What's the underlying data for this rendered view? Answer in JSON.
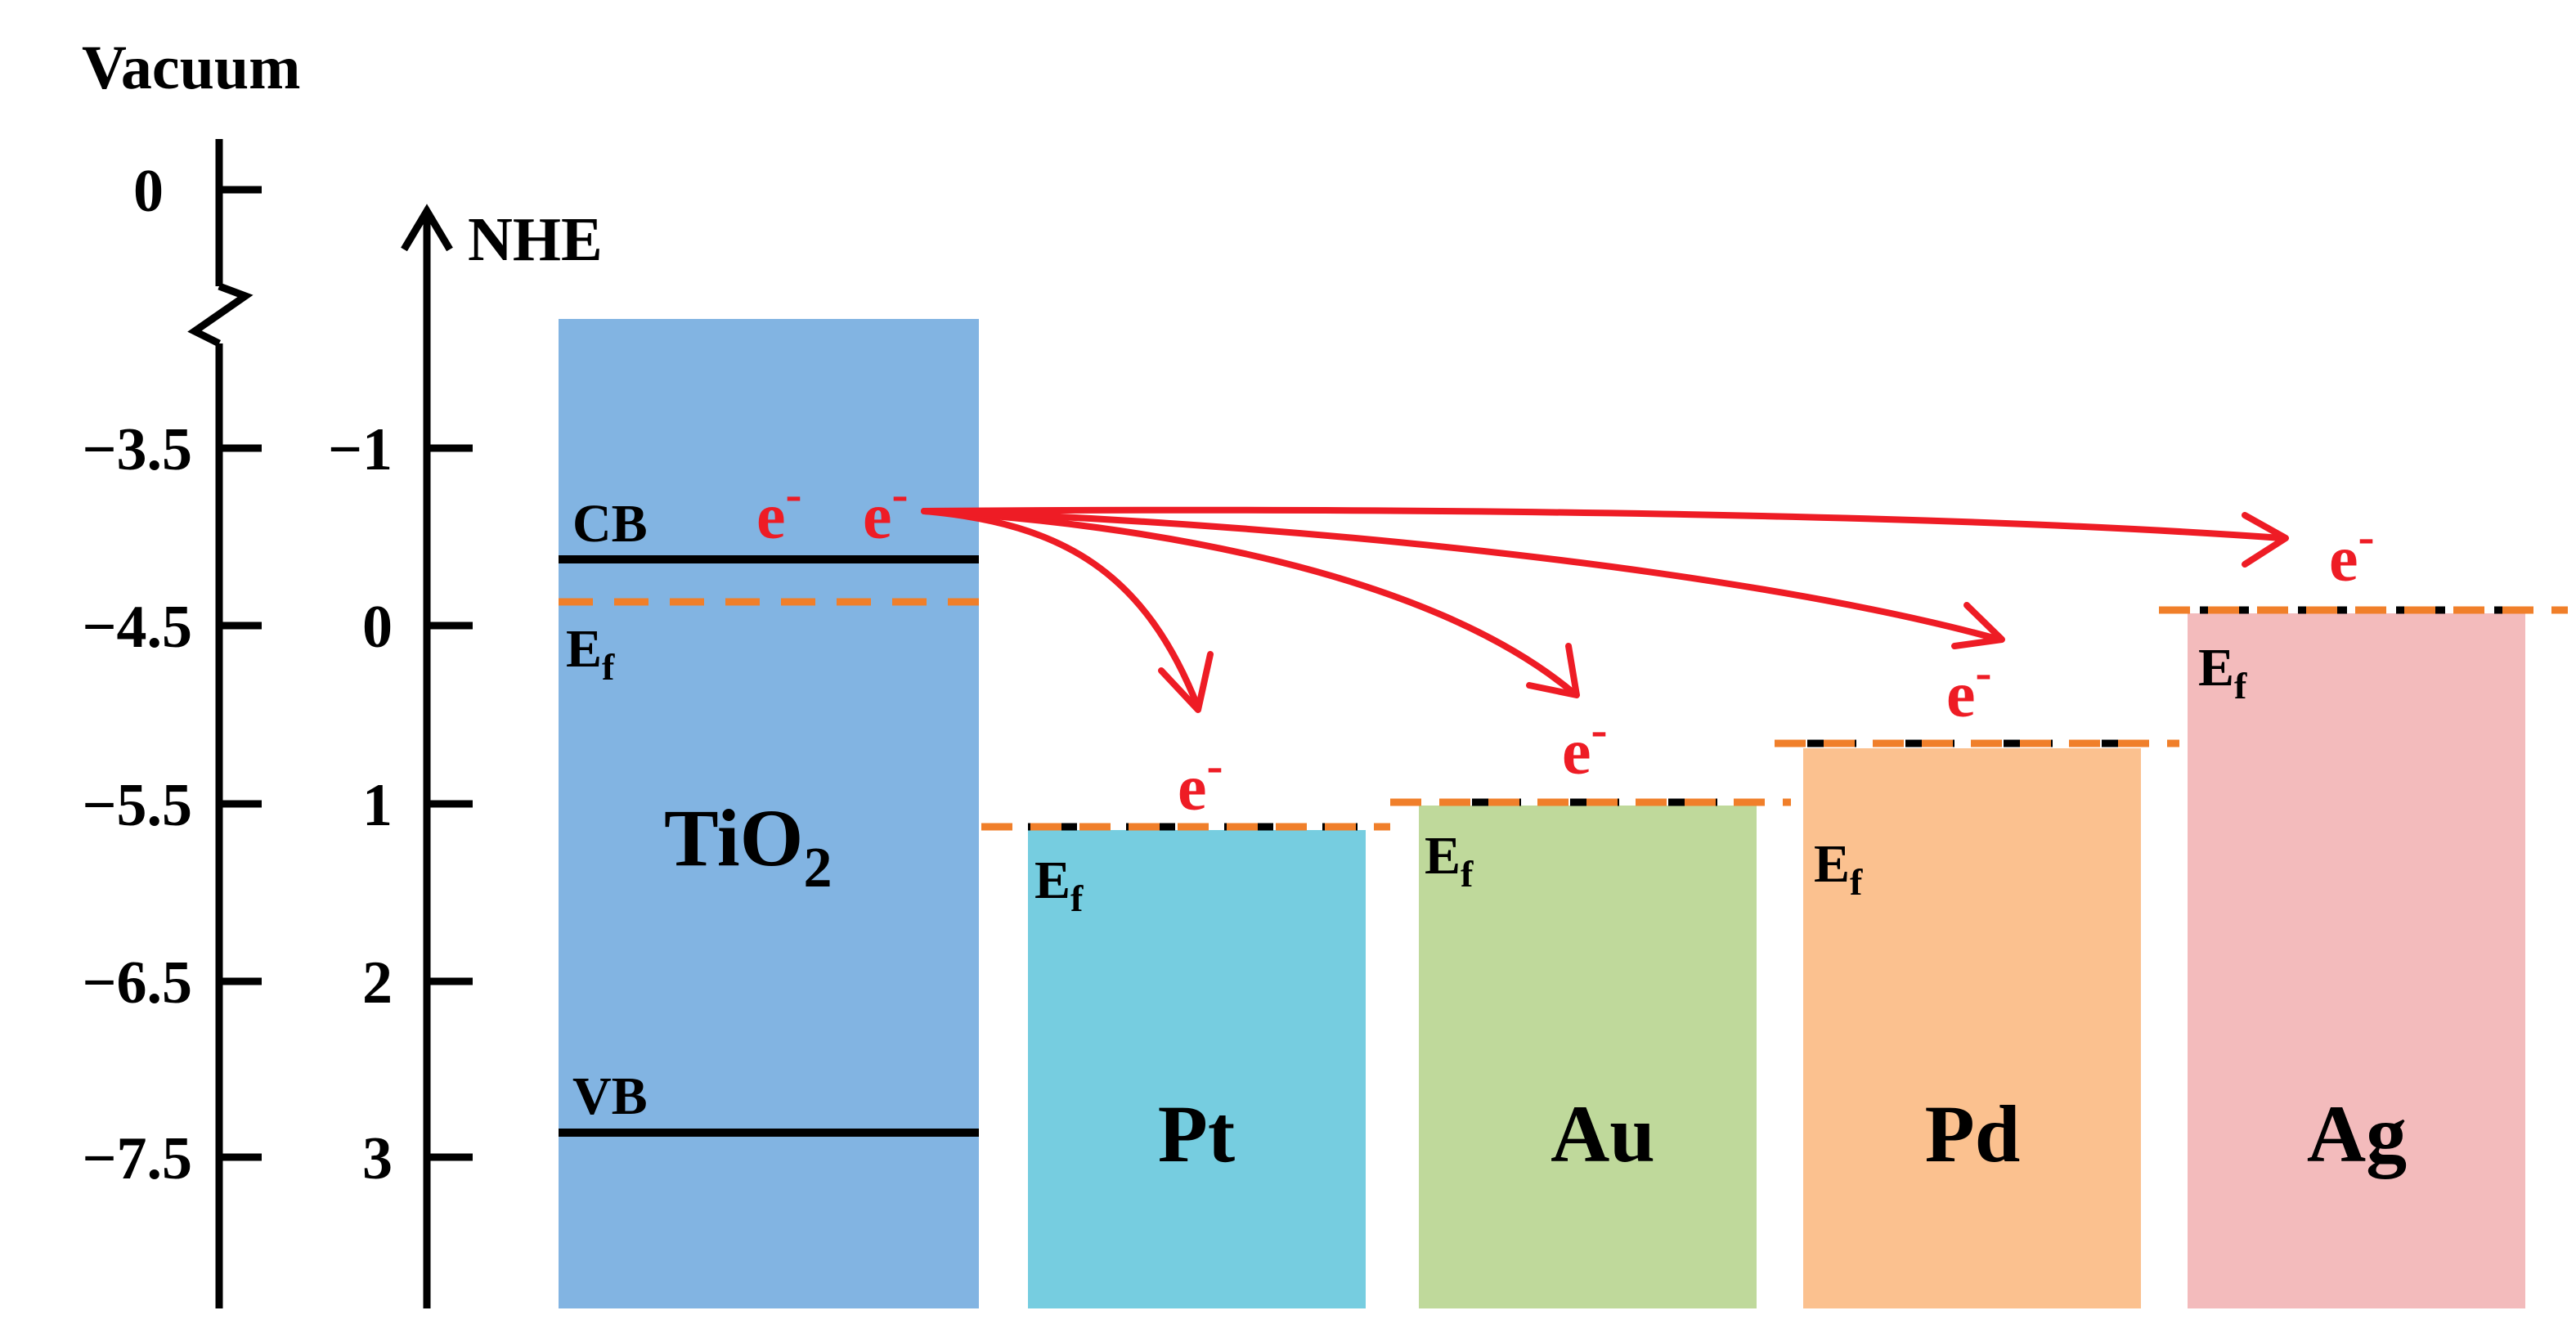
{
  "axes": {
    "vacuum_title": "Vacuum",
    "nhe_title": "NHE",
    "vacuum_ticks": [
      "0",
      "−3.5",
      "−4.5",
      "−5.5",
      "−6.5",
      "−7.5"
    ],
    "nhe_ticks": [
      "−1",
      "0",
      "1",
      "2",
      "3"
    ]
  },
  "tio2": {
    "label_main": "TiO",
    "label_sub": "2",
    "cb_label": "CB",
    "vb_label": "VB",
    "ef_main": "E",
    "ef_sub": "f",
    "electron_base": "e",
    "electron_sup": "-",
    "color": "#82b4e2"
  },
  "metals": [
    {
      "name": "Pt",
      "ef_main": "E",
      "ef_sub": "f",
      "e_base": "e",
      "e_sup": "-",
      "color": "#76cde0"
    },
    {
      "name": "Au",
      "ef_main": "E",
      "ef_sub": "f",
      "e_base": "e",
      "e_sup": "-",
      "color": "#bfd99b"
    },
    {
      "name": "Pd",
      "ef_main": "E",
      "ef_sub": "f",
      "e_base": "e",
      "e_sup": "-",
      "color": "#fbc18f"
    },
    {
      "name": "Ag",
      "ef_main": "E",
      "ef_sub": "f",
      "e_base": "e",
      "e_sup": "-",
      "color": "#f3bbbc"
    }
  ],
  "colors": {
    "axis": "#000000",
    "fermi_dash": "#f07f2a",
    "electron": "#ee1c25"
  }
}
